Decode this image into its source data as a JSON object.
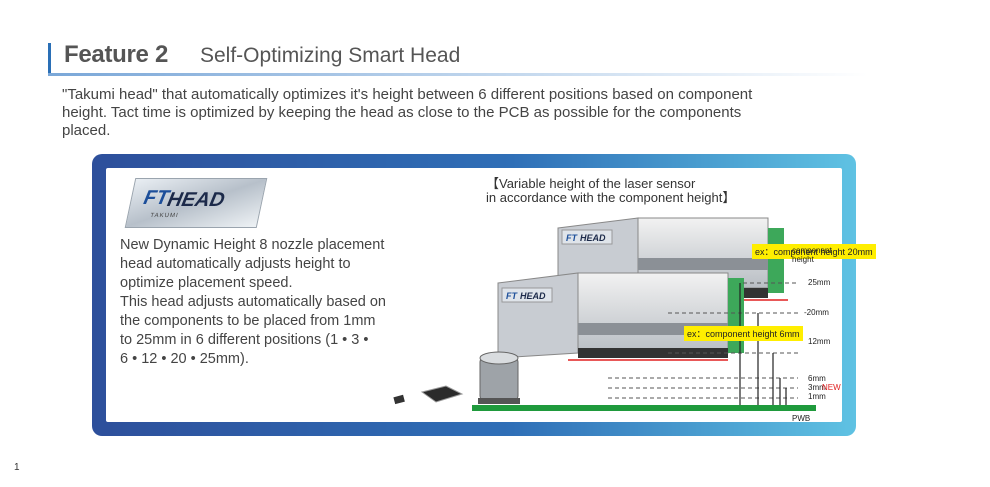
{
  "header": {
    "feature": "Feature 2",
    "subtitle": "Self-Optimizing Smart Head"
  },
  "intro_lines": [
    "\"Takumi head\" that automatically optimizes it's height between 6 different positions based on component",
    "height.  Tact time is optimized by keeping the head as close to the PCB as possible for the components",
    "placed."
  ],
  "logo": {
    "mark": "FT",
    "text": "HEAD",
    "small": "TAKUMI"
  },
  "description_lines": [
    "New Dynamic Height 8 nozzle placement",
    "head automatically adjusts height to",
    "optimize placement speed.",
    "This head adjusts automatically based on",
    "the components to be placed from 1mm",
    "to 25mm in 6 different positions (1 • 3 •",
    "6 • 12 • 20 • 25mm)."
  ],
  "diagram": {
    "title_line1": "【Variable height of the laser sensor",
    "title_line2": "in accordance with the component height】",
    "ex_top": "ex：component height 20mm",
    "ex_bottom": "ex：component height 6mm",
    "component_label_1": "component",
    "component_label_2": "height",
    "heights": [
      "25mm",
      "-20mm",
      "12mm",
      "6mm",
      "3mm",
      "1mm"
    ],
    "new_badge": "NEW",
    "pwb": "PWB",
    "head_logo_text": "HEAD",
    "head_logo_mark": "FT"
  },
  "page_number": "1",
  "colors": {
    "accent_blue": "#2a6fb6",
    "panel_dark": "#2d4f9b",
    "panel_light": "#5fc2e3",
    "highlight_yellow": "#ffee00",
    "laser_red": "#e02020",
    "board_green": "#1f9a3c"
  }
}
